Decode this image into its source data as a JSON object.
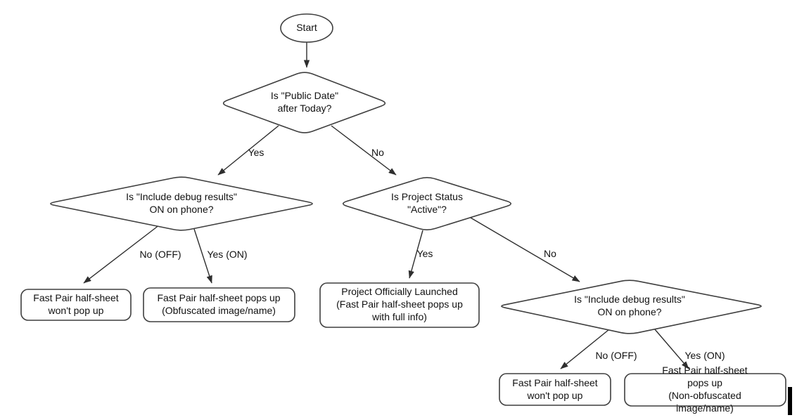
{
  "flowchart": {
    "nodes": {
      "start": {
        "label": "Start"
      },
      "public_date": {
        "label": "Is \"Public Date\"\nafter Today?"
      },
      "debug_left": {
        "label": "Is \"Include debug results\"\nON on phone?"
      },
      "project_status": {
        "label": "Is Project Status\n\"Active\"?"
      },
      "debug_right": {
        "label": "Is \"Include debug results\"\nON on phone?"
      },
      "no_popup_left": {
        "label": "Fast Pair half-sheet\nwon't pop up"
      },
      "obfuscated": {
        "label": "Fast Pair half-sheet pops up\n(Obfuscated image/name)"
      },
      "launched": {
        "label": "Project Officially Launched\n(Fast Pair half-sheet pops up\nwith full info)"
      },
      "no_popup_right": {
        "label": "Fast Pair half-sheet\nwon't pop up"
      },
      "non_obfuscated": {
        "label": "Fast Pair half-sheet pops up\n(Non-obfuscated image/name)"
      }
    },
    "edges": {
      "d1_yes": "Yes",
      "d1_no": "No",
      "d2_no_off": "No (OFF)",
      "d2_yes_on": "Yes (ON)",
      "d3_yes": "Yes",
      "d3_no": "No",
      "d4_no_off": "No (OFF)",
      "d4_yes_on": "Yes (ON)"
    },
    "colors": {
      "background": "#ffffff",
      "shape_stroke": "#3f3f3f",
      "arrow": "#2e2e2e",
      "text": "#111111"
    }
  }
}
